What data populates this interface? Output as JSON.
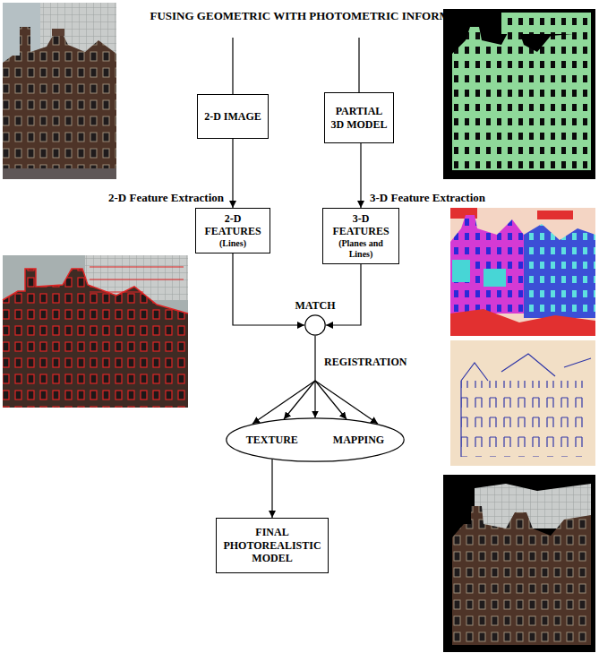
{
  "diagram": {
    "title": "FUSING GEOMETRIC WITH PHOTOMETRIC INFORMATION",
    "nodes": [
      {
        "text": [
          "2-D IMAGE"
        ]
      },
      {
        "text": [
          "PARTIAL 3D MODEL"
        ]
      },
      {
        "text": [
          "2-D FEATURES",
          "(Lines)"
        ]
      },
      {
        "text": [
          "3-D FEATURES",
          "(Planes and Lines)"
        ]
      },
      {
        "text": [
          "MATCH"
        ]
      },
      {
        "text": [
          "TEXTURE MAPPING"
        ]
      },
      {
        "text": [
          "FINAL PHOTOREALISTIC MODEL"
        ]
      }
    ],
    "edges": [
      {
        "from": 0,
        "to": 2,
        "arrow": "to",
        "label": "2-D Feature Extraction"
      },
      {
        "from": 1,
        "to": 3,
        "arrow": "to",
        "label": "3-D Feature Extraction"
      },
      {
        "from": 2,
        "to": 4,
        "arrow": "to"
      },
      {
        "from": 3,
        "to": 4,
        "arrow": "to"
      },
      {
        "from": 4,
        "to": 5,
        "arrow": "to",
        "label": "REGISTRATION"
      },
      {
        "from": 5,
        "to": 6,
        "arrow": "to"
      }
    ]
  }
}
